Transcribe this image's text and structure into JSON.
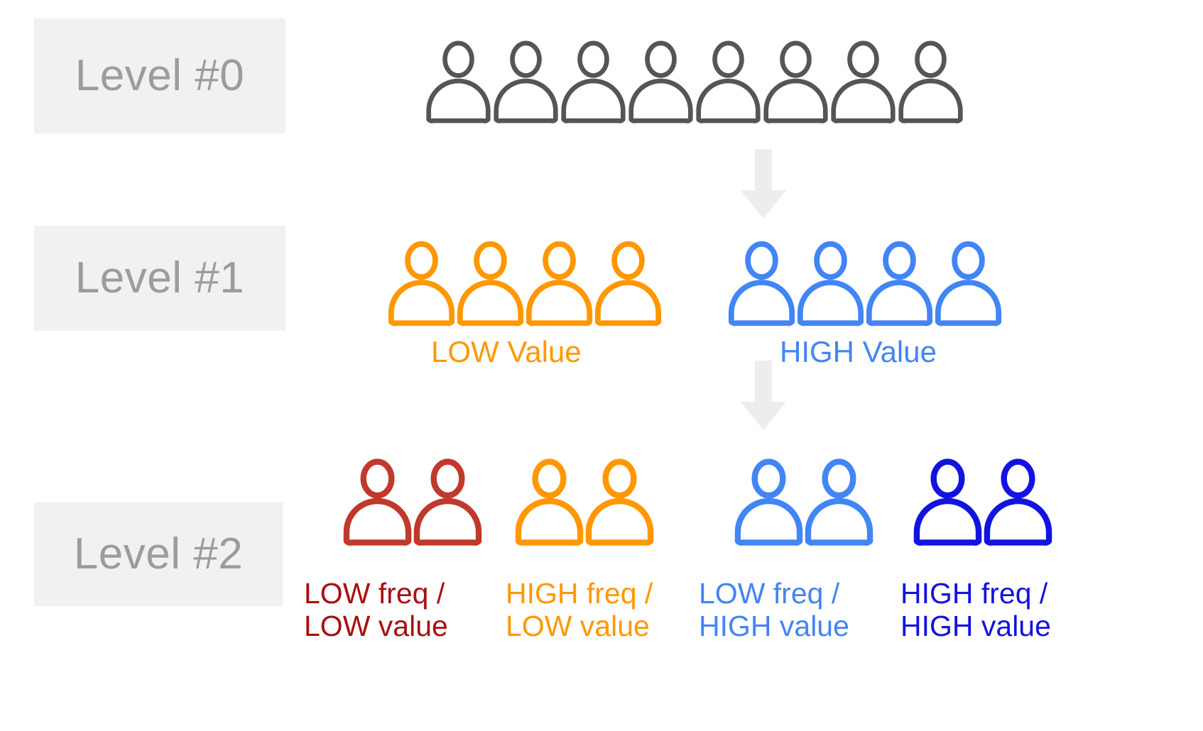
{
  "figure": {
    "title": "Customer segmentation hierarchy diagram",
    "background": "#ffffff"
  },
  "palette": {
    "neutral_gray": "#555555",
    "label_box_bg": "#f1f1f1",
    "label_text": "#9c9c9c",
    "arrow_gray": "#ededed",
    "orange": "#ff9800",
    "light_blue": "#4285f4",
    "dark_red_icon": "#c0392b",
    "dark_red_text": "#a81010",
    "vivid_blue": "#1313e0"
  },
  "levels": [
    {
      "id": "level-0",
      "label": "Level #0",
      "groups": [
        {
          "id": "group-all-customers",
          "count": 8,
          "icon_color": "#555555",
          "caption": "",
          "caption_color": ""
        }
      ]
    },
    {
      "id": "level-1",
      "label": "Level #1",
      "groups": [
        {
          "id": "group-low-value",
          "count": 4,
          "icon_color": "#ff9800",
          "caption": "LOW Value",
          "caption_color": "#ff9800"
        },
        {
          "id": "group-high-value",
          "count": 4,
          "icon_color": "#4285f4",
          "caption": "HIGH Value",
          "caption_color": "#4285f4"
        }
      ]
    },
    {
      "id": "level-2",
      "label": "Level #2",
      "groups": [
        {
          "id": "group-lowfreq-lowvalue",
          "count": 2,
          "icon_color": "#c0392b",
          "caption": "LOW freq /\nLOW value",
          "caption_color": "#a81010"
        },
        {
          "id": "group-highfreq-lowvalue",
          "count": 2,
          "icon_color": "#ff9800",
          "caption": "HIGH freq /\nLOW value",
          "caption_color": "#ff9800"
        },
        {
          "id": "group-lowfreq-highvalue",
          "count": 2,
          "icon_color": "#4285f4",
          "caption": "LOW freq /\nHIGH value",
          "caption_color": "#4285f4"
        },
        {
          "id": "group-highfreq-highvalue",
          "count": 2,
          "icon_color": "#1313e0",
          "caption": "HIGH freq /\nHIGH value",
          "caption_color": "#1313e0"
        }
      ]
    }
  ],
  "arrows": [
    {
      "id": "arrow-level0-to-level1",
      "color": "#ededed"
    },
    {
      "id": "arrow-level1-to-level2",
      "color": "#ededed"
    }
  ]
}
